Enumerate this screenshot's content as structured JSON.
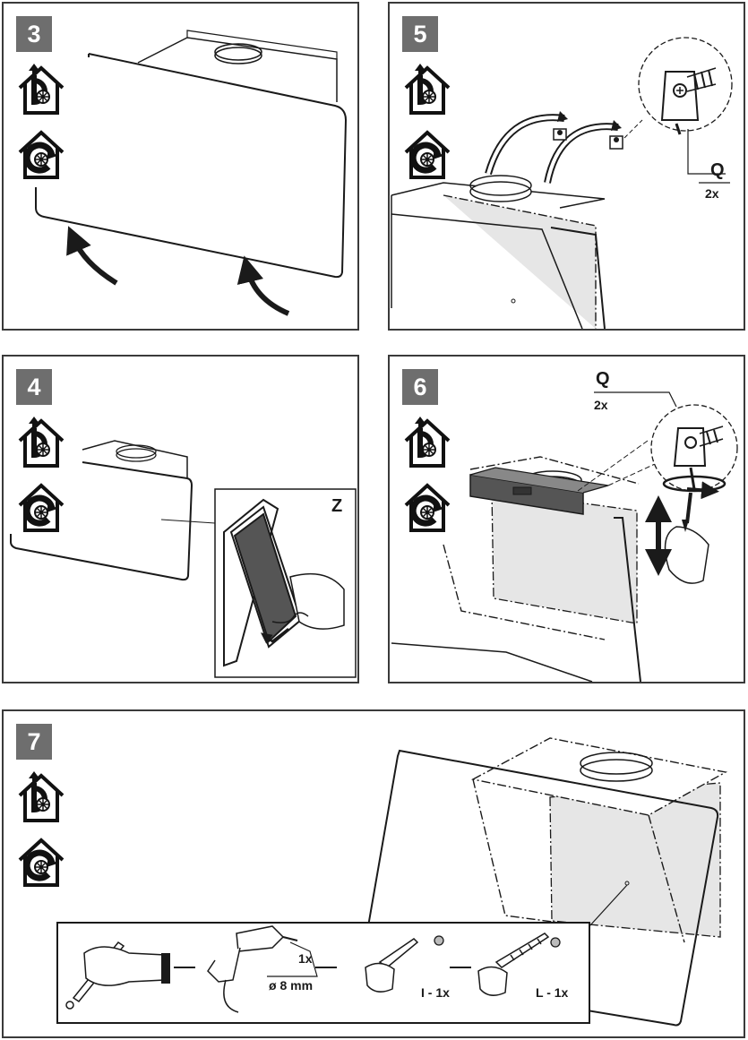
{
  "steps": {
    "s3": {
      "number": "3"
    },
    "s4": {
      "number": "4",
      "detail_label": "Z"
    },
    "s5": {
      "number": "5",
      "part_label": "Q",
      "part_qty": "2x"
    },
    "s6": {
      "number": "6",
      "part_label": "Q",
      "part_qty": "2x"
    },
    "s7": {
      "number": "7",
      "drill_qty": "1x",
      "drill_diameter": "ø 8 mm",
      "plug_label": "I - 1x",
      "screw_label": "L - 1x"
    }
  },
  "icons": {
    "extraction_mode": "ducted-extraction-house-icon",
    "recirculation_mode": "recirculation-house-icon"
  },
  "colors": {
    "badge": "#6e6e6e",
    "line": "#1a1a1a",
    "shade": "#e6e6e6",
    "dark_filter": "#555555"
  }
}
